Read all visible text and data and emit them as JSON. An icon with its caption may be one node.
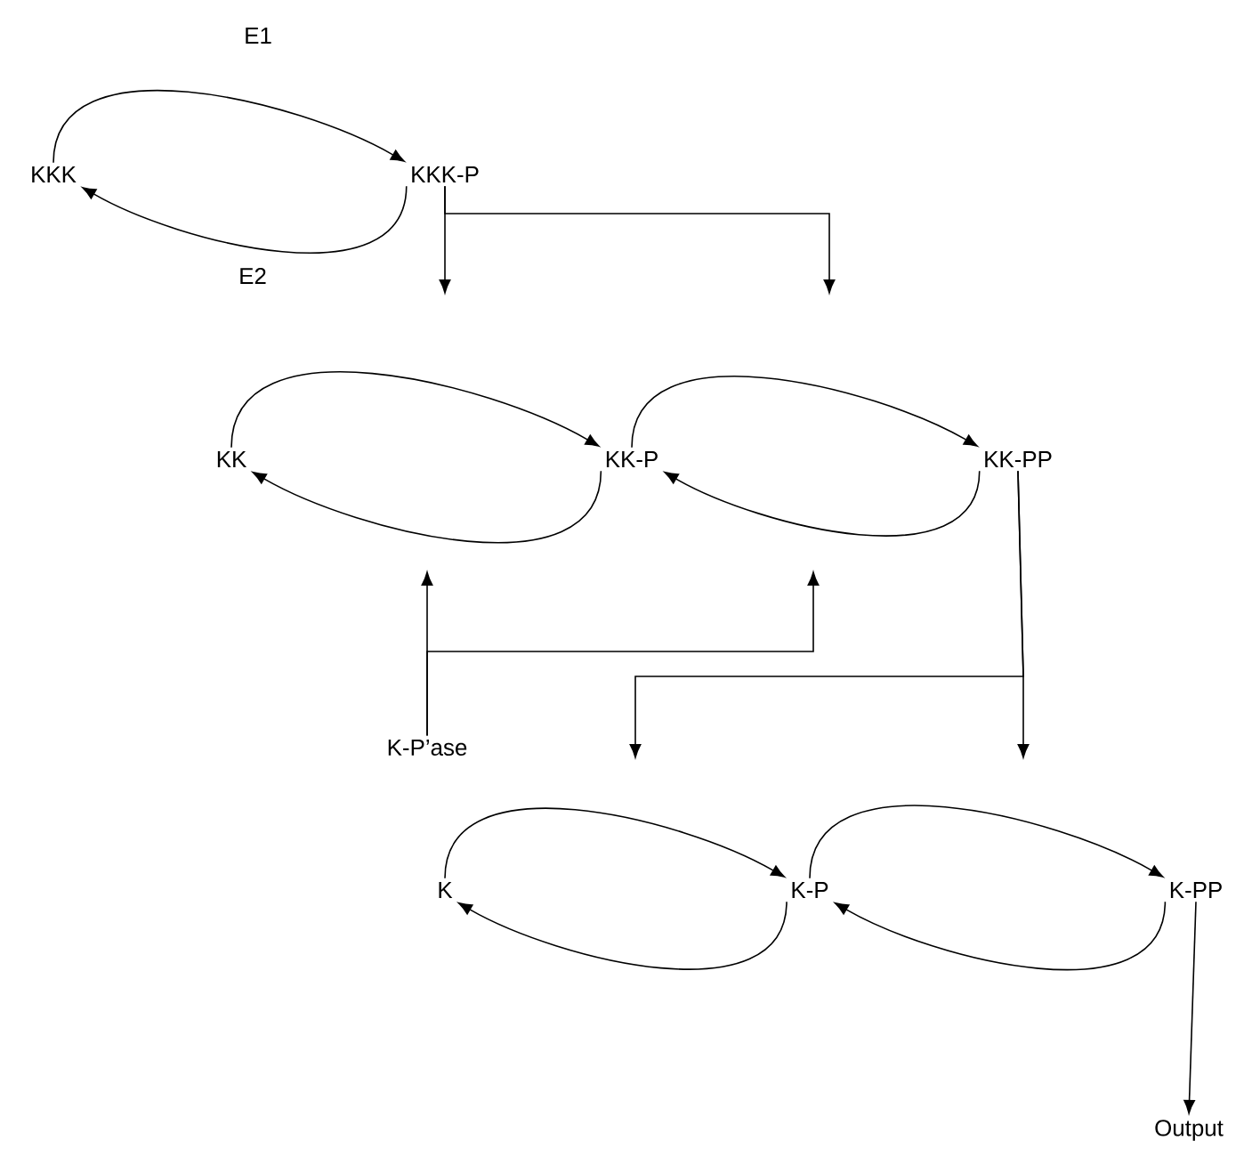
{
  "diagram": {
    "nodes": [
      {
        "text": [
          "KKK"
        ]
      },
      {
        "text": [
          "KKK-P"
        ]
      },
      {
        "text": [
          "KK"
        ]
      },
      {
        "text": [
          "KK-P"
        ]
      },
      {
        "text": [
          "KK-PP"
        ]
      },
      {
        "text": [
          "K-P’ase"
        ]
      },
      {
        "text": [
          "K"
        ]
      },
      {
        "text": [
          "K-P"
        ]
      },
      {
        "text": [
          "K-PP"
        ]
      },
      {
        "text": [
          "Output"
        ]
      }
    ],
    "edges": [
      {
        "from": 0,
        "to": 1,
        "arrow": "to",
        "label": "E1"
      },
      {
        "from": 1,
        "to": 0,
        "arrow": "to",
        "label": "E2"
      },
      {
        "from": 2,
        "to": 3,
        "arrow": "to"
      },
      {
        "from": 3,
        "to": 2,
        "arrow": "to"
      },
      {
        "from": 3,
        "to": 4,
        "arrow": "to"
      },
      {
        "from": 4,
        "to": 3,
        "arrow": "to"
      },
      {
        "from": 6,
        "to": 7,
        "arrow": "to"
      },
      {
        "from": 7,
        "to": 6,
        "arrow": "to"
      },
      {
        "from": 7,
        "to": 8,
        "arrow": "to"
      },
      {
        "from": 8,
        "to": 7,
        "arrow": "to"
      },
      {
        "from": 1,
        "to": null,
        "arrow": "to"
      },
      {
        "from": 1,
        "to": null,
        "arrow": "to"
      },
      {
        "from": 5,
        "to": null,
        "arrow": "to"
      },
      {
        "from": 5,
        "to": null,
        "arrow": "to"
      },
      {
        "from": 4,
        "to": null,
        "arrow": "to"
      },
      {
        "from": 4,
        "to": null,
        "arrow": "to"
      },
      {
        "from": 8,
        "to": 9,
        "arrow": "to"
      }
    ]
  }
}
